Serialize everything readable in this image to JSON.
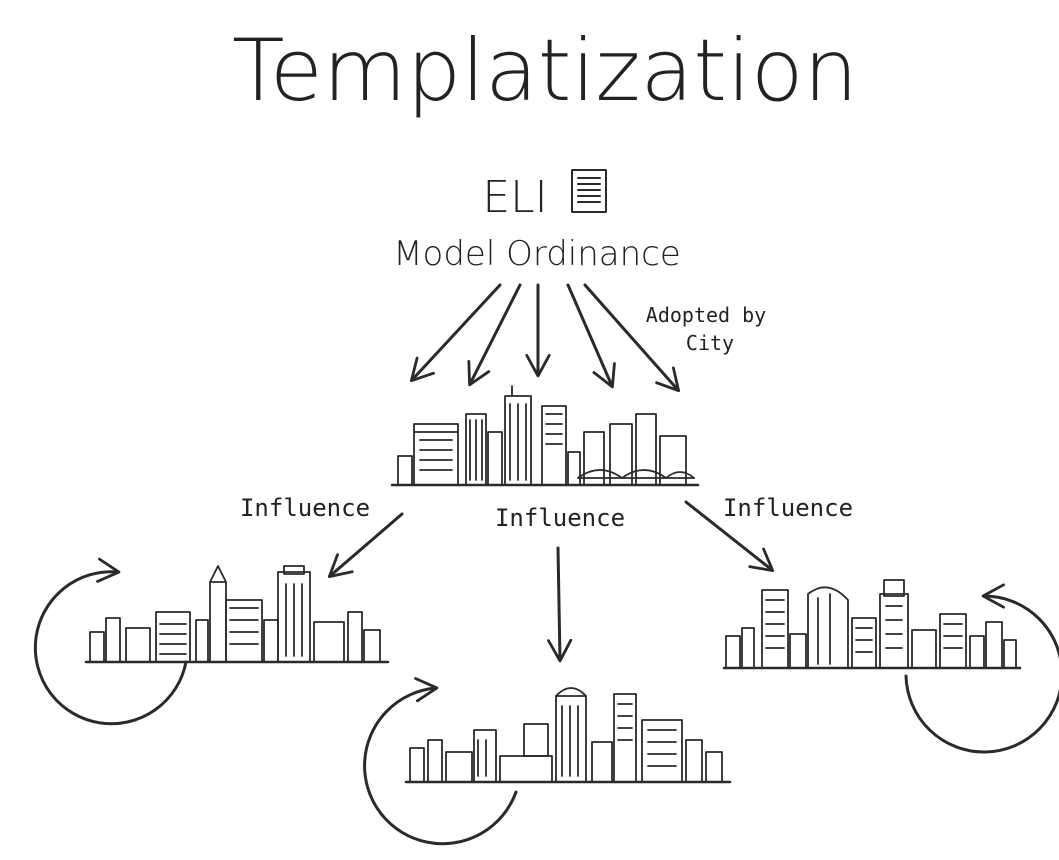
{
  "title": "Templatization",
  "source": {
    "org": "ELI",
    "label": "Model Ordinance",
    "document_icon": "document-icon"
  },
  "adopted_label_line1": "Adopted by",
  "adopted_label_line2": "City",
  "influence_labels": {
    "left": "Influence",
    "center": "Influence",
    "right": "Influence"
  },
  "icons": {
    "main_city": "city-skyline-icon",
    "left_city": "city-skyline-icon",
    "center_city": "city-skyline-icon",
    "right_city": "city-skyline-icon",
    "cycle": "circular-arrow-icon"
  },
  "colors": {
    "ink": "#2a2a2a",
    "background": "#ffffff"
  }
}
